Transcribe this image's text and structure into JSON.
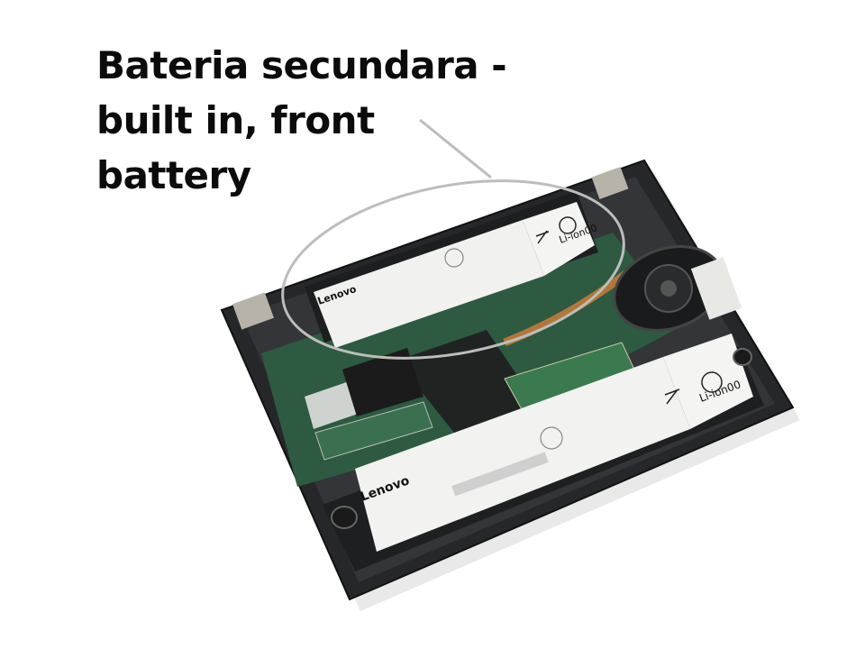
{
  "caption": {
    "lines": [
      "Bateria secundara -",
      "built in, front",
      "battery"
    ]
  },
  "photo": {
    "brand_top": "Lenovo",
    "brand_bottom": "Lenovo",
    "cell_type_top": "Li-ion00",
    "cell_type_bottom": "Li-ion00",
    "colors": {
      "chassis": "#26272a",
      "battery_label": "#f1f1ef",
      "board": "#2d5a40",
      "highlight_ellipse": "#bdbdbd",
      "text": "#0b0b0b"
    },
    "icons": [
      "callout-ellipse",
      "callout-line",
      "cooling-fan",
      "recycle-icon",
      "crossed-bin-icon"
    ]
  }
}
